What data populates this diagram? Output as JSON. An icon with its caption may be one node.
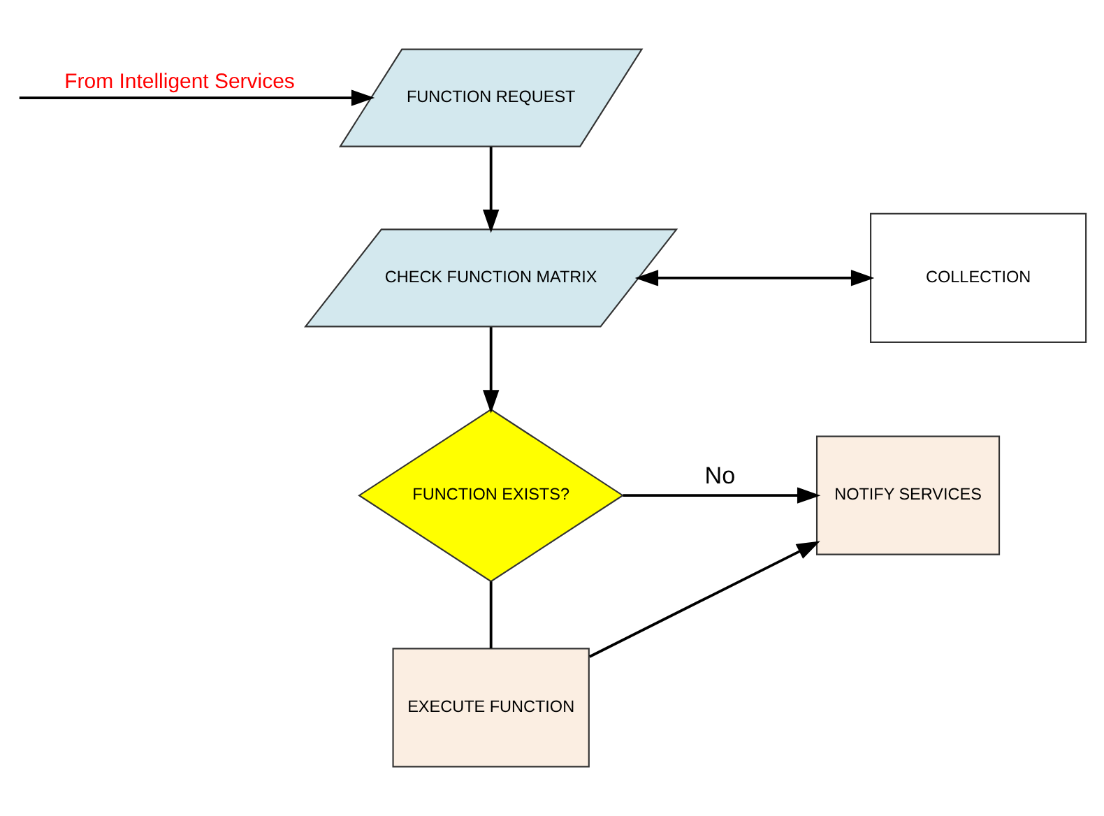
{
  "diagram": {
    "nodes": [
      {
        "text": [
          "FUNCTION REQUEST"
        ]
      },
      {
        "text": [
          "CHECK FUNCTION MATRIX"
        ]
      },
      {
        "text": [
          "COLLECTION"
        ]
      },
      {
        "text": [
          "FUNCTION EXISTS?"
        ]
      },
      {
        "text": [
          "NOTIFY SERVICES"
        ]
      },
      {
        "text": [
          "EXECUTE FUNCTION"
        ]
      }
    ],
    "edges": [
      {
        "from": null,
        "to": 0,
        "arrow": "to",
        "label": "From Intelligent Services"
      },
      {
        "from": 0,
        "to": 1,
        "arrow": "to"
      },
      {
        "from": 1,
        "to": 2,
        "arrow": "both"
      },
      {
        "from": 1,
        "to": 3,
        "arrow": "to"
      },
      {
        "from": 3,
        "to": 4,
        "arrow": "to",
        "label": "No"
      },
      {
        "from": 3,
        "to": 5,
        "arrow": "none"
      },
      {
        "from": 5,
        "to": 4,
        "arrow": "to"
      }
    ]
  }
}
